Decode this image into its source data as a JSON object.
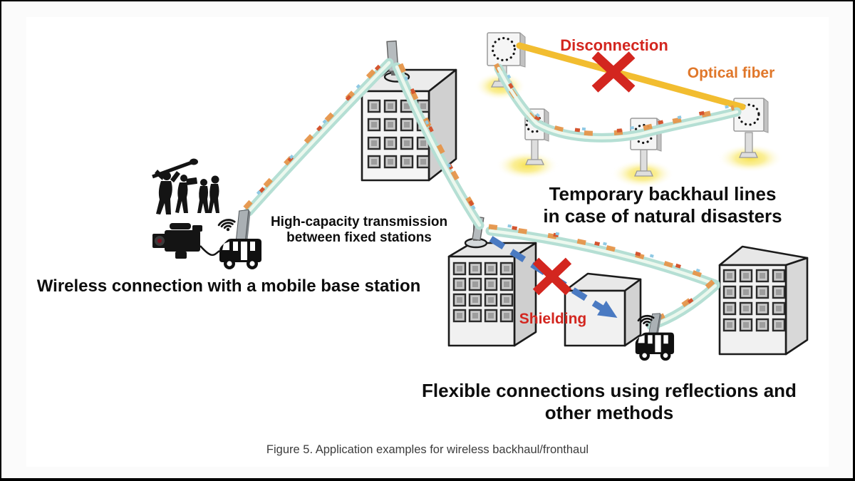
{
  "figure": {
    "caption": "Figure 5. Application examples for wireless backhaul/fronthaul"
  },
  "mobile_scene": {
    "annotation": {
      "line1": "High-capacity transmission",
      "line2": "between fixed stations"
    },
    "title": "Wireless connection with a mobile base station"
  },
  "disaster_scene": {
    "disconnection_label": "Disconnection",
    "optical_fiber_label": "Optical fiber",
    "title": {
      "line1": "Temporary backhaul lines",
      "line2": "in case of natural disasters"
    }
  },
  "flexible_scene": {
    "shielding_label": "Shielding",
    "title": {
      "line1": "Flexible connections using reflections and",
      "line2": "other methods"
    }
  },
  "colors": {
    "alert_red": "#d3261f",
    "optical_fiber_text": "#e0772a",
    "optical_fiber_line": "#f2bd30",
    "arrow_blue": "#4a7ac2",
    "wave_teal": "#b5dfd4",
    "wave_orange": "#e6954a",
    "wave_red": "#d4552f",
    "glow_yellow": "#f6df3e",
    "title_black": "#0d0d0d",
    "caption_gray": "#3c3c3c"
  },
  "icons": {
    "dish-antenna-icon": "dotted-circle panel on pedestal",
    "rooftop-antenna-icon": "tilted gray slab on ellipse base",
    "wifi-signal-icon": "three arcs over dot",
    "mobile-van-icon": "black van silhouette",
    "video-camera-icon": "black camcorder silhouette",
    "film-crew-icon": "people silhouettes with boom mic",
    "red-x-icon": "thick red cross",
    "dashed-arrow-icon": "blue dashed arrow",
    "radio-wave-icon": "rainbow twisted wave ribbon",
    "glow-icon": "yellow radial glow"
  }
}
